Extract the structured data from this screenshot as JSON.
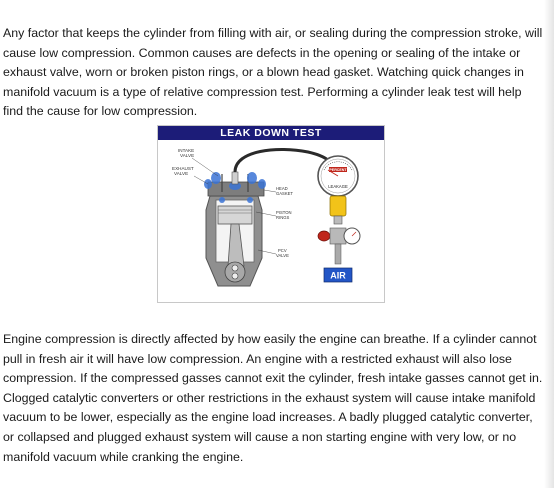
{
  "paragraphs": {
    "intro": "Any factor that keeps the cylinder from filling with air, or sealing during the compression stroke, will cause low compression.  Common causes are defects in the opening or sealing of the intake or exhaust valve, worn or broken piston rings, or a blown head gasket.  Watching quick changes in manifold vacuum is a type of relative compression test.  Performing a cylinder leak test will help find the cause for low compression.",
    "body": "Engine compression is directly affected by how easily the engine can breathe.  If a cylinder cannot pull in fresh air it will have low compression.  An engine with a restricted exhaust will also lose compression.  If the compressed gasses cannot exit the cylinder, fresh intake gasses cannot get in.  Clogged catalytic converters or other restrictions in the exhaust system will cause intake manifold vacuum to be lower, especially as the engine load increases.  A badly plugged catalytic converter, or collapsed and plugged exhaust system will cause a non starting engine with very low, or no manifold vacuum while cranking the engine."
  },
  "figure": {
    "title": "LEAK DOWN TEST",
    "labels": {
      "intake_line1": "INTAKE",
      "intake_line2": "VALVE",
      "exhaust_line1": "EXHAUST",
      "exhaust_line2": "VALVE",
      "head_line1": "HEAD",
      "head_line2": "GASKET",
      "piston_line1": "PISTON",
      "piston_line2": "RINGS",
      "pcv_line1": "PCV",
      "pcv_line2": "VALVE",
      "gauge_percent": "PERCENT",
      "gauge_leakage": "LEAKAGE",
      "air": "AIR"
    },
    "colors": {
      "title_bg": "#1c1c78",
      "block": "#8a8a8a",
      "piston": "#d8d8d8",
      "leak_blue": "#3b74d6",
      "hose": "#2a2a2a",
      "gauge_body": "#f2c319",
      "valve_red": "#c0261b",
      "air_box": "#2356c6"
    }
  }
}
